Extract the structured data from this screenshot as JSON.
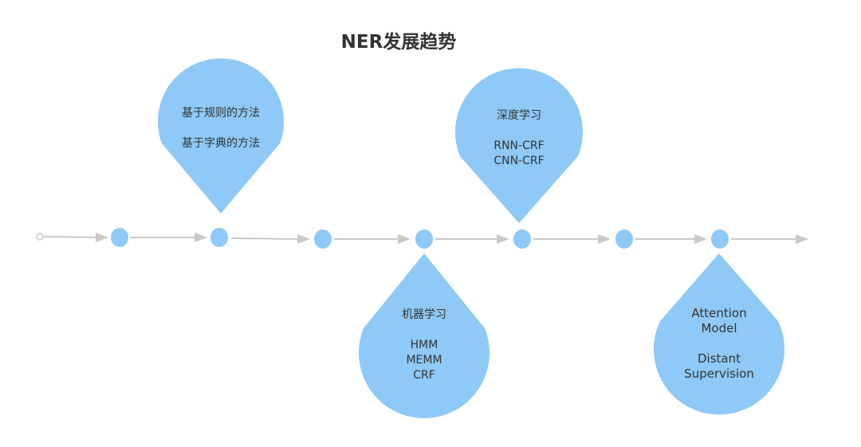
{
  "title": "NER发展趋势",
  "colors": {
    "drop": "#8ec9f7",
    "node": "#8ec9f7",
    "arrow": "#c9c9c9",
    "text": "#333333"
  },
  "drops": {
    "rules": {
      "lines": [
        "基于规则的方法",
        "",
        "基于字典的方法"
      ]
    },
    "deep": {
      "lines": [
        "深度学习",
        "",
        "RNN-CRF",
        "CNN-CRF"
      ]
    },
    "ml": {
      "lines": [
        "机器学习",
        "",
        "HMM",
        "MEMM",
        "CRF"
      ]
    },
    "attention": {
      "lines": [
        "Attention",
        "Model",
        "",
        "Distant",
        "Supervision"
      ]
    }
  }
}
